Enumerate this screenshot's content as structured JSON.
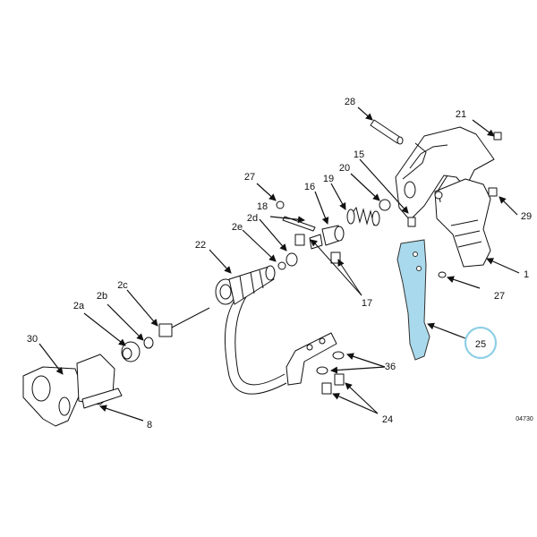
{
  "diagram": {
    "drawing_number": "04730",
    "highlight_color": "#a9d9ec",
    "ring_color": "#8fcfe6",
    "highlighted_part": "25"
  },
  "labels": {
    "p28": "28",
    "p21": "21",
    "p15": "15",
    "p20": "20",
    "p27a": "27",
    "p16": "16",
    "p19": "19",
    "p29": "29",
    "p18": "18",
    "p2d": "2d",
    "p2e": "2e",
    "p22": "22",
    "p1": "1",
    "p27b": "27",
    "p17": "17",
    "p2c": "2c",
    "p2b": "2b",
    "p2a": "2a",
    "p25": "25",
    "p30": "30",
    "p36": "36",
    "p24": "24",
    "p8": "8"
  }
}
